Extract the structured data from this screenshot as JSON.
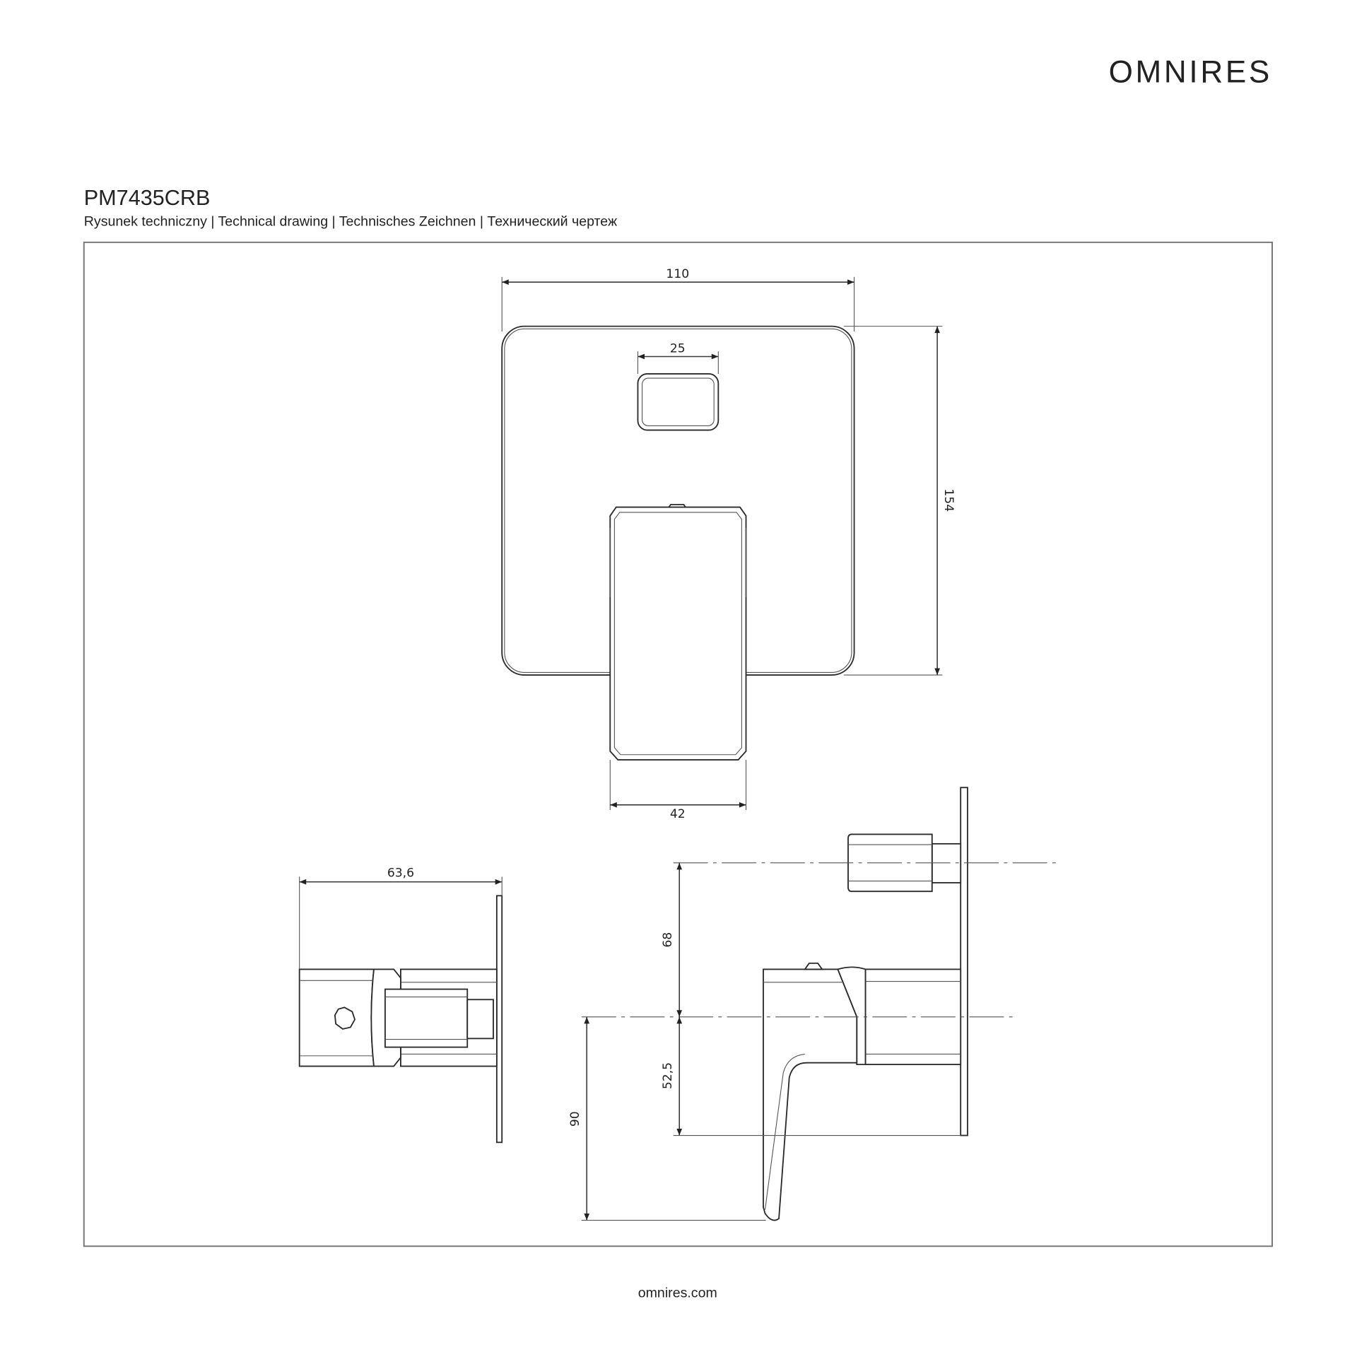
{
  "brand": {
    "logo": "OMNIRES",
    "website": "omnires.com"
  },
  "product": {
    "code": "PM7435CRB",
    "subtitle": "Rysunek techniczny | Technical drawing | Technisches Zeichnen | Технический чертеж"
  },
  "dimensions": {
    "plate_width": "110",
    "button_width": "25",
    "plate_height": "154",
    "handle_width": "42",
    "depth": "63,6",
    "button_to_axis": "68",
    "axis_to_bottom": "52,5",
    "handle_drop": "90"
  }
}
